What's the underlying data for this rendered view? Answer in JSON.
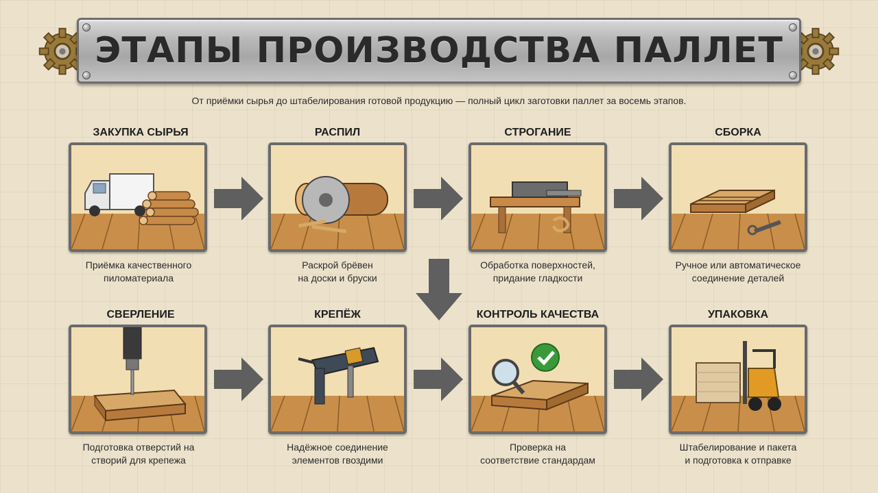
{
  "title": "ЭТАПЫ ПРОИЗВОДСТВА ПАЛЛЕТ",
  "subtitle": "От приёмки сырья до штабелирования готовой продукцию — полный цикл заготовки паллет за восемь этапов.",
  "colors": {
    "background": "#ece2cc",
    "frame": "#6a6a6a",
    "arrow": "#5f5f5f",
    "wood": "#c98f4a",
    "check": "#3a9a3a"
  },
  "steps": [
    {
      "title": "ЗАКУПКА СЫРЬЯ",
      "desc_line1": "Приёмка качественного",
      "desc_line2": "пиломатериала",
      "icon": "truck-logs-icon"
    },
    {
      "title": "РАСПИЛ",
      "desc_line1": "Раскрой брёвен",
      "desc_line2": "на доски и бруски",
      "icon": "saw-log-icon"
    },
    {
      "title": "СТРОГАНИЕ",
      "desc_line1": "Обработка поверхностей,",
      "desc_line2": "придание гладкости",
      "icon": "planer-icon"
    },
    {
      "title": "СБОРКА",
      "desc_line1": "Ручное или автоматическое",
      "desc_line2": "соединение деталей",
      "icon": "pallet-wrench-icon"
    },
    {
      "title": "СВЕРЛЕНИЕ",
      "desc_line1": "Подготовка отверстий на",
      "desc_line2": "створий для крепежа",
      "icon": "drill-icon"
    },
    {
      "title": "КРЕПЁЖ",
      "desc_line1": "Надёжное соединение",
      "desc_line2": "элементов гвоздими",
      "icon": "nail-gun-icon"
    },
    {
      "title": "КОНТРОЛЬ КАЧЕСТВА",
      "desc_line1": "Проверка на",
      "desc_line2": "соответствие стандардам",
      "icon": "magnifier-check-icon"
    },
    {
      "title": "УПАКОВКА",
      "desc_line1": "Штабелирование и пакета",
      "desc_line2": "и подготовка к отправке",
      "icon": "forklift-icon"
    }
  ]
}
